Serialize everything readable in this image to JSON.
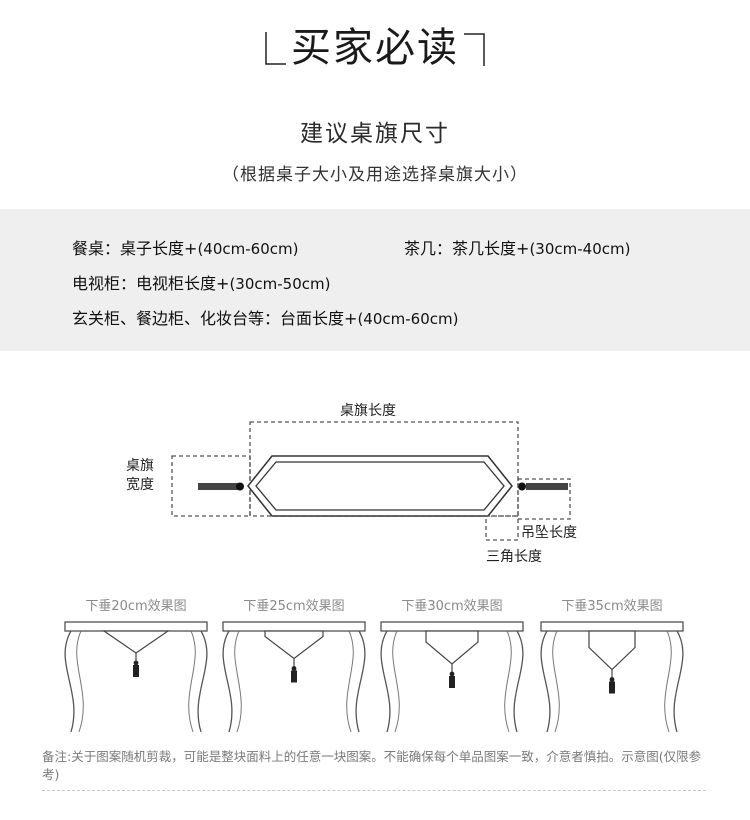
{
  "header": {
    "title": "买家必读"
  },
  "subtitle": "建议桌旗尺寸",
  "note": "（根据桌子大小及用途选择桌旗大小）",
  "sizes": {
    "dining": {
      "label": "餐桌：",
      "formula": "桌子长度+",
      "range": "(40cm-60cm)"
    },
    "tea": {
      "label": "茶几：",
      "formula": "茶几长度+",
      "range": "(30cm-40cm)"
    },
    "tv": {
      "label": "电视柜：",
      "formula": "电视柜长度+",
      "range": "(30cm-50cm)"
    },
    "cabinet": {
      "label": "玄关柜、餐边柜、化妆台等：",
      "formula": "台面长度+",
      "range": "(40cm-60cm)"
    }
  },
  "diagram": {
    "length_label": "桌旗长度",
    "width_label_line1": "桌旗",
    "width_label_line2": "宽度",
    "pendant_label": "吊坠长度",
    "triangle_label": "三角长度"
  },
  "examples": [
    {
      "caption": "下垂20cm效果图",
      "drop_cm": 20
    },
    {
      "caption": "下垂25cm效果图",
      "drop_cm": 25
    },
    {
      "caption": "下垂30cm效果图",
      "drop_cm": 30
    },
    {
      "caption": "下垂35cm效果图",
      "drop_cm": 35
    }
  ],
  "disclaimer": "备注:关于图案随机剪裁，可能是整块面料上的任意一块图案。不能确保每个单品图案一致，介意者慎拍。示意图(仅限参考)",
  "colors": {
    "panel": "#efefef",
    "line": "#555555",
    "tassel": "#333333"
  }
}
